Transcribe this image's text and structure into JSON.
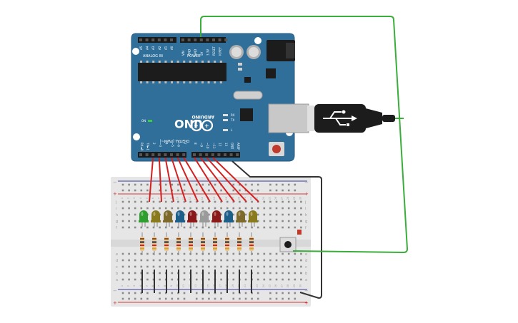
{
  "arduino": {
    "brand": "ARDUINO",
    "model": "UNO",
    "analog_label": "ANALOG IN",
    "power_label": "POWER",
    "digital_label": "DIGITAL (PWM~)",
    "on_label": "ON",
    "led_labels": [
      "RX",
      "TX",
      "L"
    ],
    "analog_pins": [
      "A5",
      "A4",
      "A3",
      "A2",
      "A1",
      "A0"
    ],
    "power_pins": [
      "VIN",
      "GND",
      "GND",
      "5V",
      "3.3V",
      "RESET",
      "IOREF"
    ],
    "digital_pins_left": [
      "RX◄0",
      "TX►1",
      "2",
      "~3",
      "4",
      "~5",
      "~6",
      "7"
    ],
    "digital_pins_right": [
      "8",
      "~9",
      "~10",
      "~11",
      "12",
      "13",
      "GND",
      "AREF"
    ]
  },
  "breadboard": {
    "row_letters_top": [
      "j",
      "i",
      "h",
      "g",
      "f"
    ],
    "row_letters_bottom": [
      "e",
      "d",
      "c",
      "b",
      "a"
    ],
    "plus": "+",
    "minus": "−",
    "columns": [
      "1",
      "2",
      "3",
      "4",
      "5",
      "6",
      "7",
      "8",
      "9",
      "10",
      "11",
      "12",
      "13",
      "14",
      "15",
      "16",
      "17",
      "18",
      "19",
      "20",
      "21",
      "22",
      "23",
      "24",
      "25",
      "26",
      "27",
      "28",
      "29",
      "30"
    ]
  },
  "leds": [
    {
      "color": "#2e9e2e"
    },
    {
      "color": "#8a7a1e"
    },
    {
      "color": "#7d6a2a"
    },
    {
      "color": "#1e5f8a"
    },
    {
      "color": "#8a1a1a"
    },
    {
      "color": "#9a9a9a"
    },
    {
      "color": "#8a1a1a"
    },
    {
      "color": "#1e5f8a"
    },
    {
      "color": "#7d6a2a"
    },
    {
      "color": "#8a7a1e"
    }
  ],
  "colors": {
    "board": "#2f6f9a",
    "board_dark": "#24597d",
    "wire_red": "#d42020",
    "wire_green": "#3aad3a",
    "wire_black": "#333333",
    "breadboard": "#e8e8e8",
    "rail_red": "#d43a3a",
    "rail_blue": "#3a3a9a"
  }
}
